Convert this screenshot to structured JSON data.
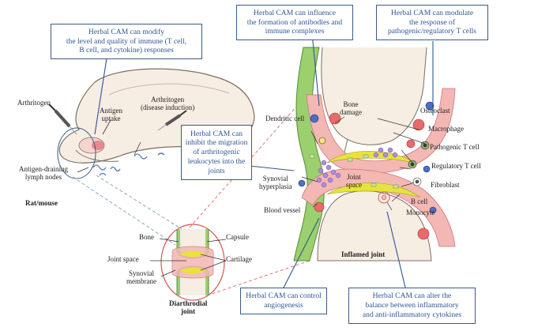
{
  "cam_boxes": {
    "immune": [
      "Herbal CAM can modify",
      "the level and quality of immune (T cell,",
      "B cell, and cytokine) responses"
    ],
    "antibodies": [
      "Herbal CAM can influence",
      "the formation of antibodies and",
      "immune complexes"
    ],
    "tcell": [
      "Herbal CAM can modulate",
      "the response of",
      "pathogenic/regulatory T cells"
    ],
    "migration": [
      "Herbal CAM can",
      "inhibit the migration",
      "of arthritogenic",
      "leukocytes into the",
      "joints"
    ],
    "angiogenesis": [
      "Herbal CAM can control",
      "angiogenesis"
    ],
    "cytokines": [
      "Herbal CAM can alter the",
      "balance between inflammatory",
      "and anti-inflammatory cytokines"
    ]
  },
  "rat_labels": {
    "arthritogen": "Arthritogen",
    "antigen_uptake": [
      "Antigen",
      "uptake"
    ],
    "arthritogen_disease": [
      "Arthritogen",
      "(disease induction)"
    ],
    "lymph_nodes": [
      "Antigen-draining",
      "lymph nodes"
    ],
    "rat_mouse": "Rat/mouse"
  },
  "small_joint_labels": {
    "bone": "Bone",
    "capsule": "Capsule",
    "joint_space": "Joint space",
    "cartilage": "Cartilage",
    "synovial_membrane": [
      "Synovial",
      "membrane"
    ],
    "title": [
      "Diarthrodial",
      "joint"
    ]
  },
  "inflamed_labels": {
    "dendritic_cell": "Dendritic cell",
    "bone_damage": [
      "Bone",
      "damage"
    ],
    "osteoclast": "Osteoclast",
    "macrophage": "Macrophage",
    "pathogenic_t": "Pathogenic T cell",
    "regulatory_t": "Regulatory T cell",
    "fibroblast": "Fibroblast",
    "b_cell": "B cell",
    "monocyte": "Monocyte",
    "joint_space": [
      "Joint",
      "space"
    ],
    "synovial_hyperplasia": [
      "Synovial",
      "hyperplasia"
    ],
    "blood_vessel": "Blood vessel",
    "title": "Inflamed joint"
  },
  "colors": {
    "box_text": "#2f5597",
    "box_border": "#3a5b86",
    "tissue_green": "#9ccf6e",
    "synovium_pink": "#f3b7b4",
    "cartilage_yellow": "#e8e33a",
    "leader_red": "#d9534f",
    "leader_blue": "#2f5597"
  }
}
